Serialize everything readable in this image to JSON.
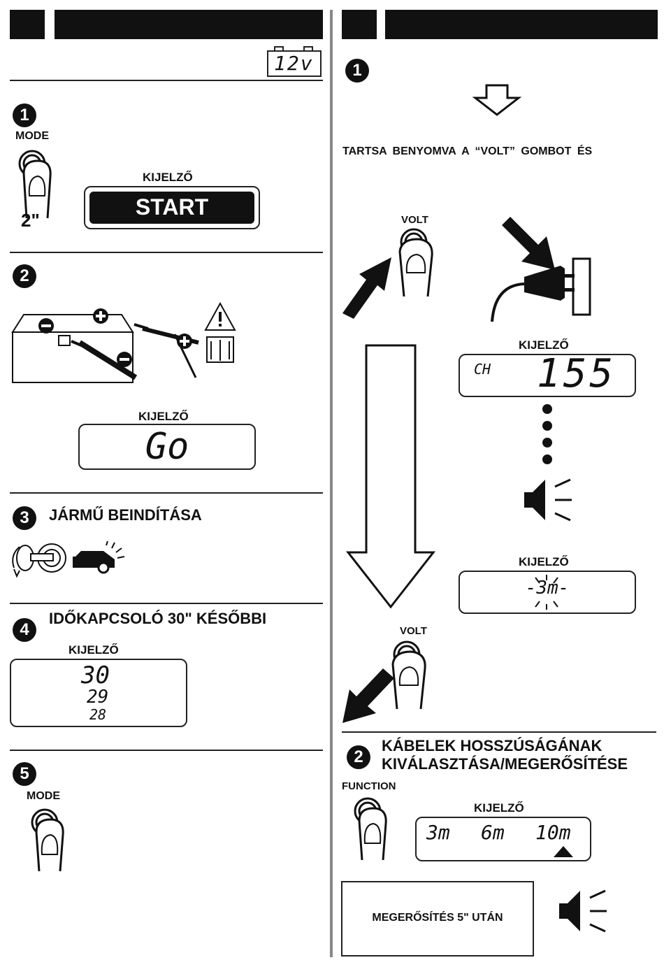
{
  "voltage_badge": "12v",
  "left": {
    "step1": {
      "number": "1",
      "mode_label": "MODE",
      "hold_time": "2\"",
      "display_label": "KIJELZŐ",
      "display_value": "START"
    },
    "step2": {
      "number": "2",
      "display_label": "KIJELZŐ",
      "display_value": "Go"
    },
    "step3": {
      "number": "3",
      "title": "JÁRMŰ BEINDÍTÁSA"
    },
    "step4": {
      "number": "4",
      "title": "IDŐKAPCSOLÓ 30\" KÉSŐBBI",
      "display_label": "KIJELZŐ",
      "countdown": [
        "30",
        "29",
        "28"
      ]
    },
    "step5": {
      "number": "5",
      "mode_label": "MODE"
    }
  },
  "right": {
    "step1": {
      "number": "1",
      "instruction": "TARTSA BENYOMVA A “VOLT” GOMBOT ÉS",
      "volt_label_top": "VOLT",
      "display1_label": "KIJELZŐ",
      "display1_prefix": "CH",
      "display1_value": "155",
      "display2_label": "KIJELZŐ",
      "display2_value": "-3m-",
      "volt_label_bottom": "VOLT"
    },
    "step2": {
      "number": "2",
      "title_line1": "KÁBELEK HOSSZÚSÁGÁNAK",
      "title_line2": "KIVÁLASZTÁSA/MEGERŐSÍTÉSE",
      "function_label": "FUNCTION",
      "display_label": "KIJELZŐ",
      "options": [
        "3m",
        "6m",
        "10m"
      ],
      "confirm_text": "MEGERŐSÍTÉS 5\" UTÁN"
    }
  }
}
